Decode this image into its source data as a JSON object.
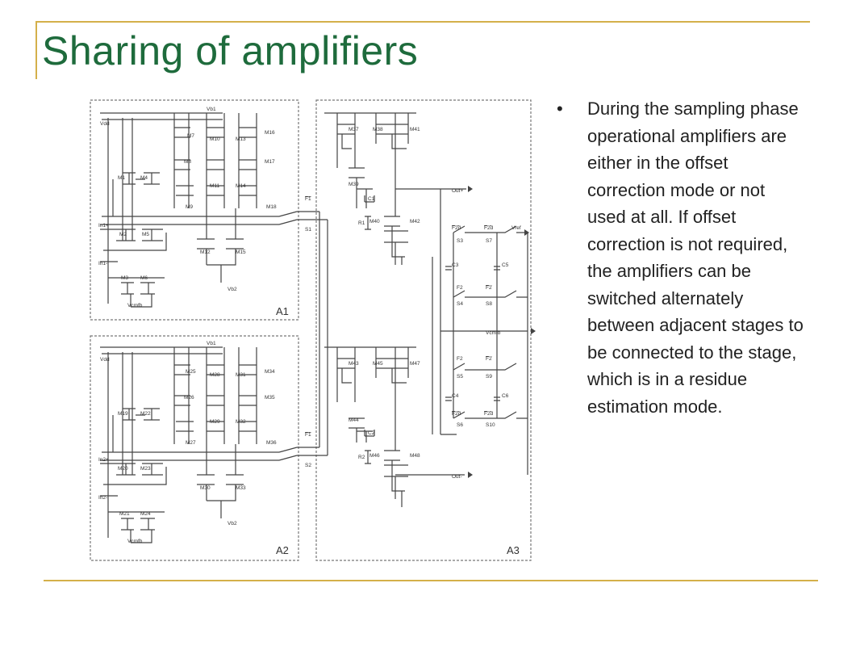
{
  "slide": {
    "title": "Sharing of amplifiers",
    "bullet": "During the sampling phase operational amplifiers are either in the offset correction mode or not used at all. If offset correction is not required, the amplifiers can be switched alternately between adjacent stages to be connected to the stage, which is in a residue estimation mode."
  },
  "schematic": {
    "blocks": {
      "a1": "A1",
      "a2": "A2",
      "a3": "A3"
    },
    "a1": {
      "vb1": "Vb1",
      "vdd": "Vdd",
      "in_p": "In1+",
      "in_n": "In1-",
      "vb2": "Vb2",
      "vcmfb": "Vcmfb",
      "m1": "M1",
      "m4": "M4",
      "m2": "M2",
      "m5": "M5",
      "m3": "M3",
      "m6": "M6",
      "m7": "M7",
      "m8": "M8",
      "m9": "M9",
      "m10": "M10",
      "m11": "M11",
      "m12": "M12",
      "m13": "M13",
      "m14": "M14",
      "m15": "M15",
      "m16": "M16",
      "m17": "M17",
      "m18": "M18"
    },
    "a2": {
      "vb1": "Vb1",
      "vdd": "Vdd",
      "in_p": "In2+",
      "in_n": "In2-",
      "vb2": "Vb2",
      "vcmfb": "Vcmfb",
      "m19": "M19",
      "m22": "M22",
      "m20": "M20",
      "m23": "M23",
      "m21": "M21",
      "m24": "M24",
      "m25": "M25",
      "m26": "M26",
      "m27": "M27",
      "m28": "M28",
      "m29": "M29",
      "m30": "M30",
      "m31": "M31",
      "m32": "M32",
      "m33": "M33",
      "m34": "M34",
      "m35": "M35",
      "m36": "M36"
    },
    "switches": {
      "f1": "F1",
      "s1": "S1",
      "f1b": "F1",
      "s2": "S2"
    },
    "a3": {
      "m37": "M37",
      "m38": "M38",
      "m41": "M41",
      "m39": "M39",
      "m40": "M40",
      "m42": "M42",
      "m43": "M43",
      "m44": "M44",
      "m45": "M45",
      "m46": "M46",
      "m47": "M47",
      "m48": "M48",
      "c1": "C1",
      "c2": "C2",
      "r1": "R1",
      "r2": "R2",
      "out_p": "Out+",
      "out_n": "Out-",
      "vref": "Vref",
      "vcmfb": "Vcmfb",
      "f2d_1": "F2d",
      "f2d_1b": "F2d",
      "s3": "S3",
      "s7": "S7",
      "c3": "C3",
      "c5": "C5",
      "f2_1": "F2",
      "f2_1b": "F2",
      "s4": "S4",
      "s8": "S8",
      "f2_2": "F2",
      "f2_2b": "F2",
      "s5": "S5",
      "s9": "S9",
      "c4": "C4",
      "c6": "C6",
      "f2d_2": "F2d",
      "f2d_2b": "F2d",
      "s6": "S6",
      "s10": "S10"
    }
  }
}
